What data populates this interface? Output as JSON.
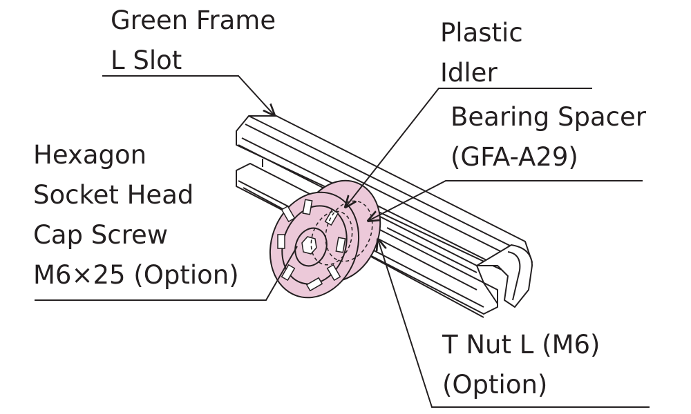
{
  "labels": {
    "green_frame": [
      "Green Frame",
      "L  Slot"
    ],
    "plastic_idler": [
      "Plastic",
      "Idler"
    ],
    "bearing_spacer": [
      "Bearing Spacer",
      "(GFA-A29)"
    ],
    "cap_screw": [
      "Hexagon",
      "Socket Head",
      "Cap Screw",
      "M6×25  (Option)"
    ],
    "t_nut": [
      "T Nut L (M6)",
      "(Option)"
    ]
  },
  "colors": {
    "idler_fill": "#ecc9d9",
    "line": "#231f20"
  }
}
